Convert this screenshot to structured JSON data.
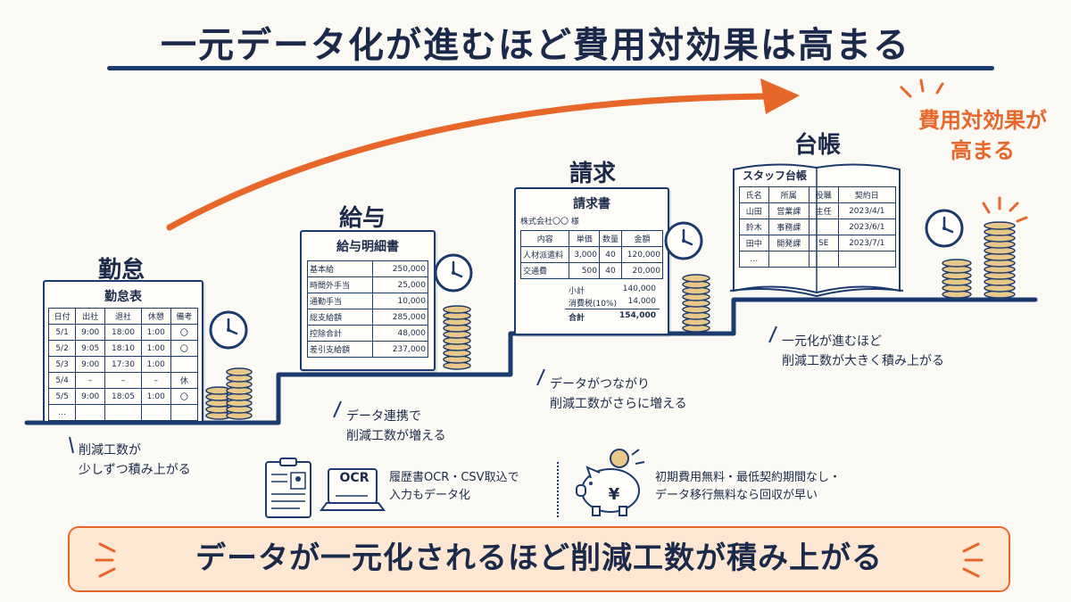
{
  "title": "一元データ化が進むほど費用対効果は高まる",
  "stages": {
    "kintai": {
      "label": "勤怠",
      "doc_title": "勤怠表",
      "headers": [
        "日付",
        "出社",
        "退社",
        "休憩",
        "備考"
      ],
      "rows": [
        [
          "5/1",
          "9:00",
          "18:00",
          "1:00",
          "〇"
        ],
        [
          "5/2",
          "9:05",
          "18:10",
          "1:00",
          "〇"
        ],
        [
          "5/3",
          "9:00",
          "17:30",
          "1:00",
          ""
        ],
        [
          "5/4",
          "–",
          "–",
          "–",
          "休"
        ],
        [
          "5/5",
          "9:00",
          "18:05",
          "1:00",
          "〇"
        ],
        [
          "…",
          "",
          "",
          "",
          ""
        ]
      ],
      "note": [
        "削減工数が",
        "少しずつ積み上がる"
      ]
    },
    "kyuyo": {
      "label": "給与",
      "doc_title": "給与明細書",
      "rows": [
        [
          "基本給",
          "250,000"
        ],
        [
          "時間外手当",
          "25,000"
        ],
        [
          "通勤手当",
          "10,000"
        ],
        [
          "総支給額",
          "285,000"
        ],
        [
          "控除合計",
          "48,000"
        ],
        [
          "差引支給額",
          "237,000"
        ]
      ],
      "note": [
        "データ連携で",
        "削減工数が増える"
      ]
    },
    "seikyu": {
      "label": "請求",
      "doc_title": "請求書",
      "addressee": "株式会社〇〇 様",
      "headers": [
        "内容",
        "単価",
        "数量",
        "金額"
      ],
      "rows": [
        [
          "人材派遣料",
          "3,000",
          "40",
          "120,000"
        ],
        [
          "交通費",
          "500",
          "40",
          "20,000"
        ]
      ],
      "subtotal_label": "小計",
      "subtotal": "140,000",
      "tax_label": "消費税(10%)",
      "tax": "14,000",
      "total_label": "合計",
      "total": "154,000",
      "note": [
        "データがつながり",
        "削減工数がさらに増える"
      ]
    },
    "daicho": {
      "label": "台帳",
      "doc_title": "スタッフ台帳",
      "headers": [
        "氏名",
        "所属",
        "役職",
        "契約日"
      ],
      "rows": [
        [
          "山田",
          "営業課",
          "主任",
          "2023/4/1"
        ],
        [
          "鈴木",
          "事務課",
          "",
          "2023/6/1"
        ],
        [
          "田中",
          "開発課",
          "SE",
          "2023/7/1"
        ],
        [
          "…",
          "",
          "",
          ""
        ]
      ],
      "note": [
        "一元化が進むほど",
        "削減工数が大きく積み上がる"
      ]
    }
  },
  "callout": [
    "費用対効果が",
    "高まる"
  ],
  "features": {
    "ocr": {
      "icon_text": "OCR",
      "text": [
        "履歴書OCR・CSV取込で",
        "入力もデータ化"
      ]
    },
    "cost": {
      "icon_text": "¥",
      "text": [
        "初期費用無料・最低契約期間なし・",
        "データ移行無料なら回収が早い"
      ]
    }
  },
  "bottom": "データが一元化されるほど削減工数が積み上がる",
  "colors": {
    "navy": "#1b3a6e",
    "orange": "#e7672a",
    "gold": "#e9c98a",
    "bar_fill": "#fde7d2"
  }
}
